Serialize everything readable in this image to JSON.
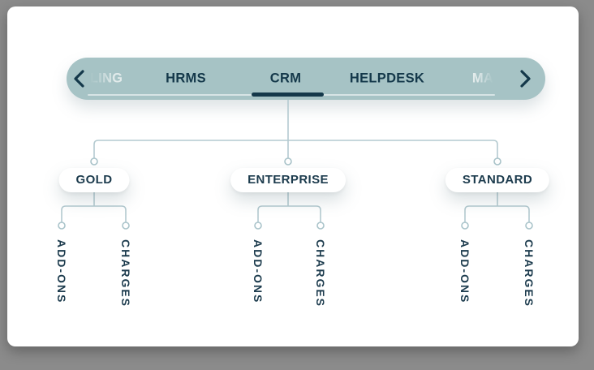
{
  "colors": {
    "backdrop": "#8b8b8b",
    "card_bg": "#ffffff",
    "pill_bg": "#a6c3c5",
    "accent_dark": "#14384a",
    "connector_line": "#b4cad0",
    "node_text": "#1c3b4d",
    "faded_tab_text": "#e2ebeb"
  },
  "tabs_bar": {
    "prev_icon": "chevron-left-icon",
    "next_icon": "chevron-right-icon",
    "tabs": [
      {
        "label": "LING",
        "state": "faded-left"
      },
      {
        "label": "HRMS",
        "state": "normal"
      },
      {
        "label": "CRM",
        "state": "active"
      },
      {
        "label": "HELPDESK",
        "state": "normal"
      },
      {
        "label": "MA",
        "state": "faded-right"
      }
    ]
  },
  "tree": {
    "root_tab": "CRM",
    "plans": [
      {
        "label": "GOLD",
        "children": [
          {
            "label": "ADD-ONS"
          },
          {
            "label": "CHARGES"
          }
        ]
      },
      {
        "label": "ENTERPRISE",
        "children": [
          {
            "label": "ADD-ONS"
          },
          {
            "label": "CHARGES"
          }
        ]
      },
      {
        "label": "STANDARD",
        "children": [
          {
            "label": "ADD-ONS"
          },
          {
            "label": "CHARGES"
          }
        ]
      }
    ]
  }
}
